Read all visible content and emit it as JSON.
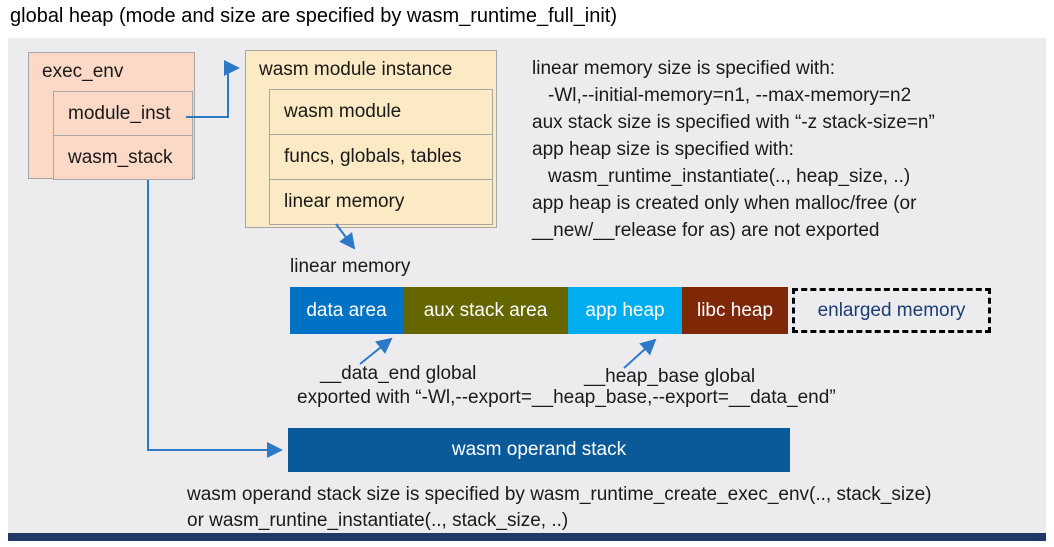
{
  "title": "global heap (mode and size are specified by wasm_runtime_full_init)",
  "exec_env": {
    "header": "exec_env",
    "rows": [
      "module_inst",
      "wasm_stack"
    ]
  },
  "module_instance": {
    "header": "wasm module instance",
    "rows": [
      "wasm module",
      "funcs, globals, tables",
      "linear memory"
    ]
  },
  "notes": {
    "lines": [
      "linear memory size is specified with:",
      "-Wl,--initial-memory=n1, --max-memory=n2",
      "aux stack size is specified with “-z stack-size=n”",
      "app heap size is specified with:",
      "wasm_runtime_instantiate(.., heap_size, ..)",
      "app heap is created only when malloc/free (or",
      "__new/__release for as) are not exported"
    ]
  },
  "linear_memory": {
    "label": "linear memory",
    "segments": [
      {
        "label": "data area"
      },
      {
        "label": "aux stack area"
      },
      {
        "label": "app heap"
      },
      {
        "label": "libc heap"
      }
    ],
    "enlarged_label": "enlarged memory"
  },
  "annotations": {
    "data_end": "__data_end global",
    "heap_base": "__heap_base global",
    "exported": "exported with “-Wl,--export=__heap_base,--export=__data_end”"
  },
  "operand_stack": {
    "label": "wasm operand stack"
  },
  "footer": {
    "lines": [
      "wasm operand stack size is specified by wasm_runtime_create_exec_env(.., stack_size)",
      "or wasm_runtine_instantiate(.., stack_size, ..)"
    ]
  },
  "colors": {
    "panel_bg": "#ECECEE",
    "exec_env_fill": "#FBD9C6",
    "module_instance_fill": "#FBEAC3",
    "box_border": "#A6A6A6",
    "data_area": "#0072C6",
    "aux_stack_area": "#666600",
    "app_heap": "#00AEEF",
    "libc_heap": "#7E2807",
    "operand_stack": "#0A5A9A",
    "enlarged_text": "#1B3C74",
    "connector": "#2E79C7",
    "bottom_strip": "#1F3864"
  }
}
